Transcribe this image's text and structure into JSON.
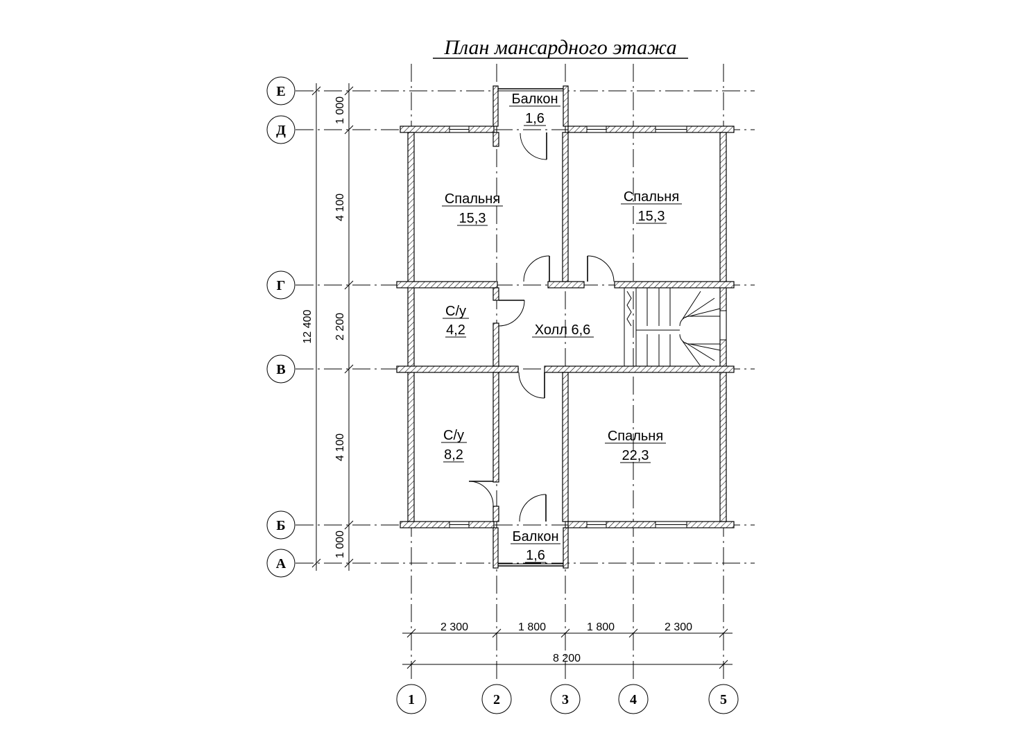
{
  "title": "План мансардного этажа",
  "rooms": {
    "balcony_top": {
      "name": "Балкон",
      "area": "1,6"
    },
    "bedroom_top_left": {
      "name": "Спальня",
      "area": "15,3"
    },
    "bedroom_top_right": {
      "name": "Спальня",
      "area": "15,3"
    },
    "wc_small": {
      "name": "С/у",
      "area": "4,2"
    },
    "hall": {
      "name": "Холл 6,6"
    },
    "wc_large": {
      "name": "С/у",
      "area": "8,2"
    },
    "bedroom_bottom_right": {
      "name": "Спальня",
      "area": "22,3"
    },
    "balcony_bottom": {
      "name": "Балкон",
      "area": "1,6"
    }
  },
  "axes": {
    "rows": [
      "Е",
      "Д",
      "Г",
      "В",
      "Б",
      "А"
    ],
    "columns": [
      "1",
      "2",
      "3",
      "4",
      "5"
    ]
  },
  "dimensions": {
    "vertical": [
      "1 000",
      "4 100",
      "2 200",
      "4 100",
      "1 000"
    ],
    "vertical_total": "12 400",
    "horizontal": [
      "2 300",
      "1 800",
      "1 800",
      "2 300"
    ],
    "horizontal_total": "8 200"
  }
}
